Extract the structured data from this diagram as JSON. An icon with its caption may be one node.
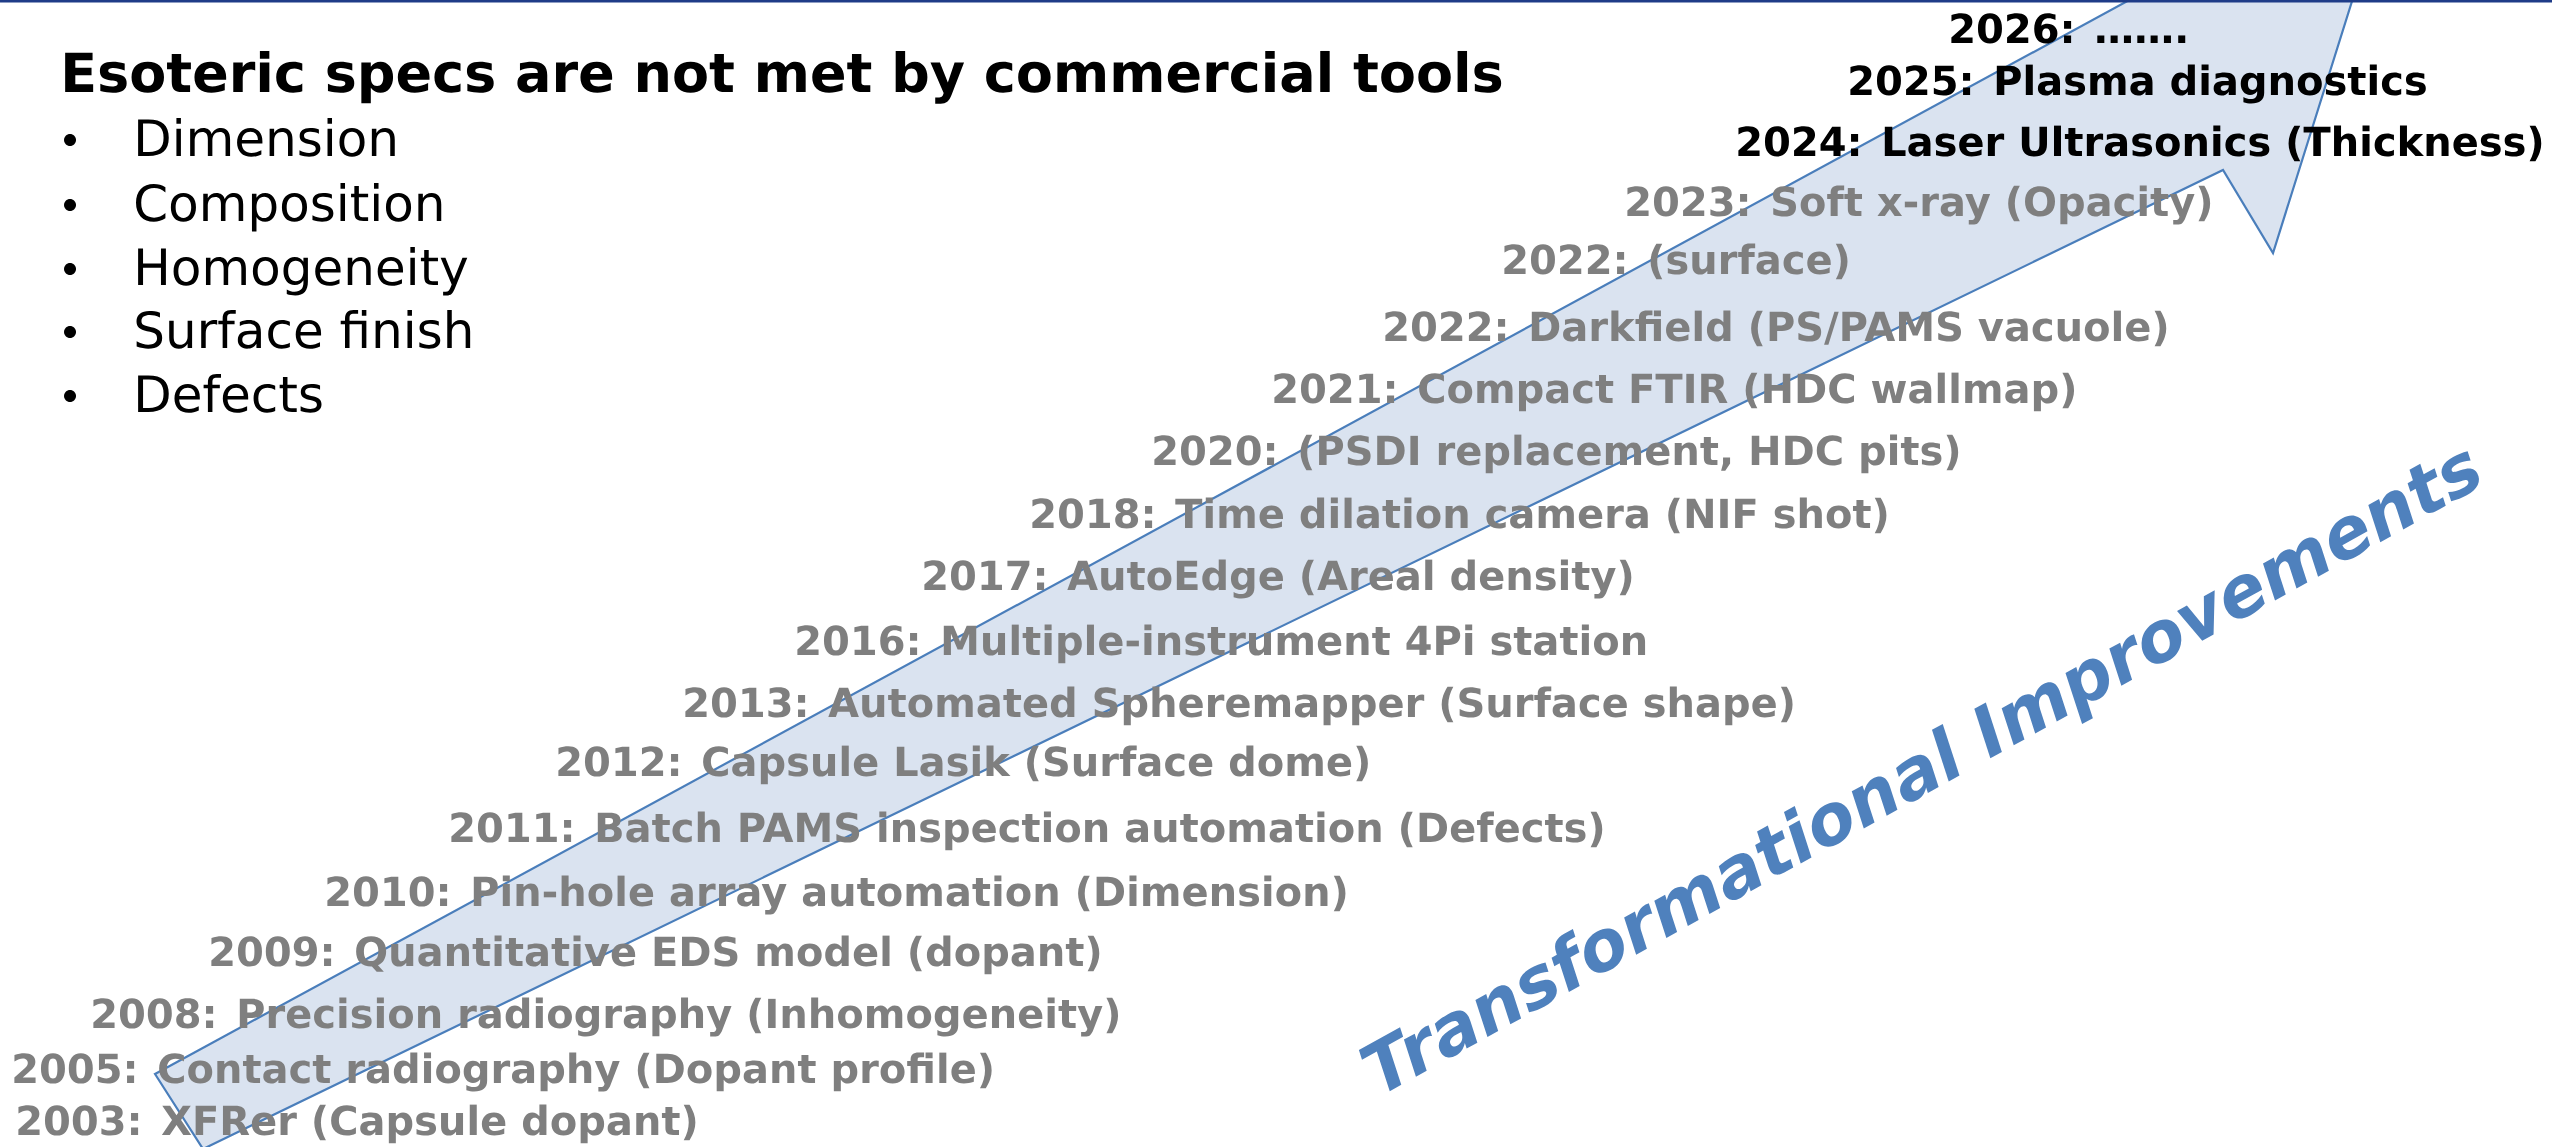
{
  "diagram": {
    "title": "Esoteric specs are not met by commercial tools",
    "labels": [
      "Dimension",
      "Composition",
      "Homogeneity",
      "Surface finish",
      "Defects",
      "2026:  …….",
      "2025:  Plasma diagnostics",
      "2024:  Laser Ultrasonics (Thickness)",
      "2023:  Soft x-ray (Opacity)",
      "2022:  (surface)",
      "2022:  Darkfield (PS/PAMS vacuole)",
      "2021:  Compact FTIR (HDC wallmap)",
      "2020:  (PSDI replacement, HDC pits)",
      "2018:  Time dilation camera (NIF shot)",
      "2017:  AutoEdge (Areal density)",
      "2016:  Multiple-instrument 4Pi station",
      "2013:  Automated Spheremapper (Surface shape)",
      "2012:  Capsule Lasik (Surface dome)",
      "2011:  Batch PAMS inspection automation (Defects)",
      "2010:  Pin-hole array automation (Dimension)",
      "2009:  Quantitative EDS model (dopant)",
      "2008: Precision radiography (Inhomogeneity)",
      "2005: Contact radiography (Dopant profile)",
      "2003: XFRer (Capsule dopant)",
      "Transformational Improvements"
    ]
  }
}
